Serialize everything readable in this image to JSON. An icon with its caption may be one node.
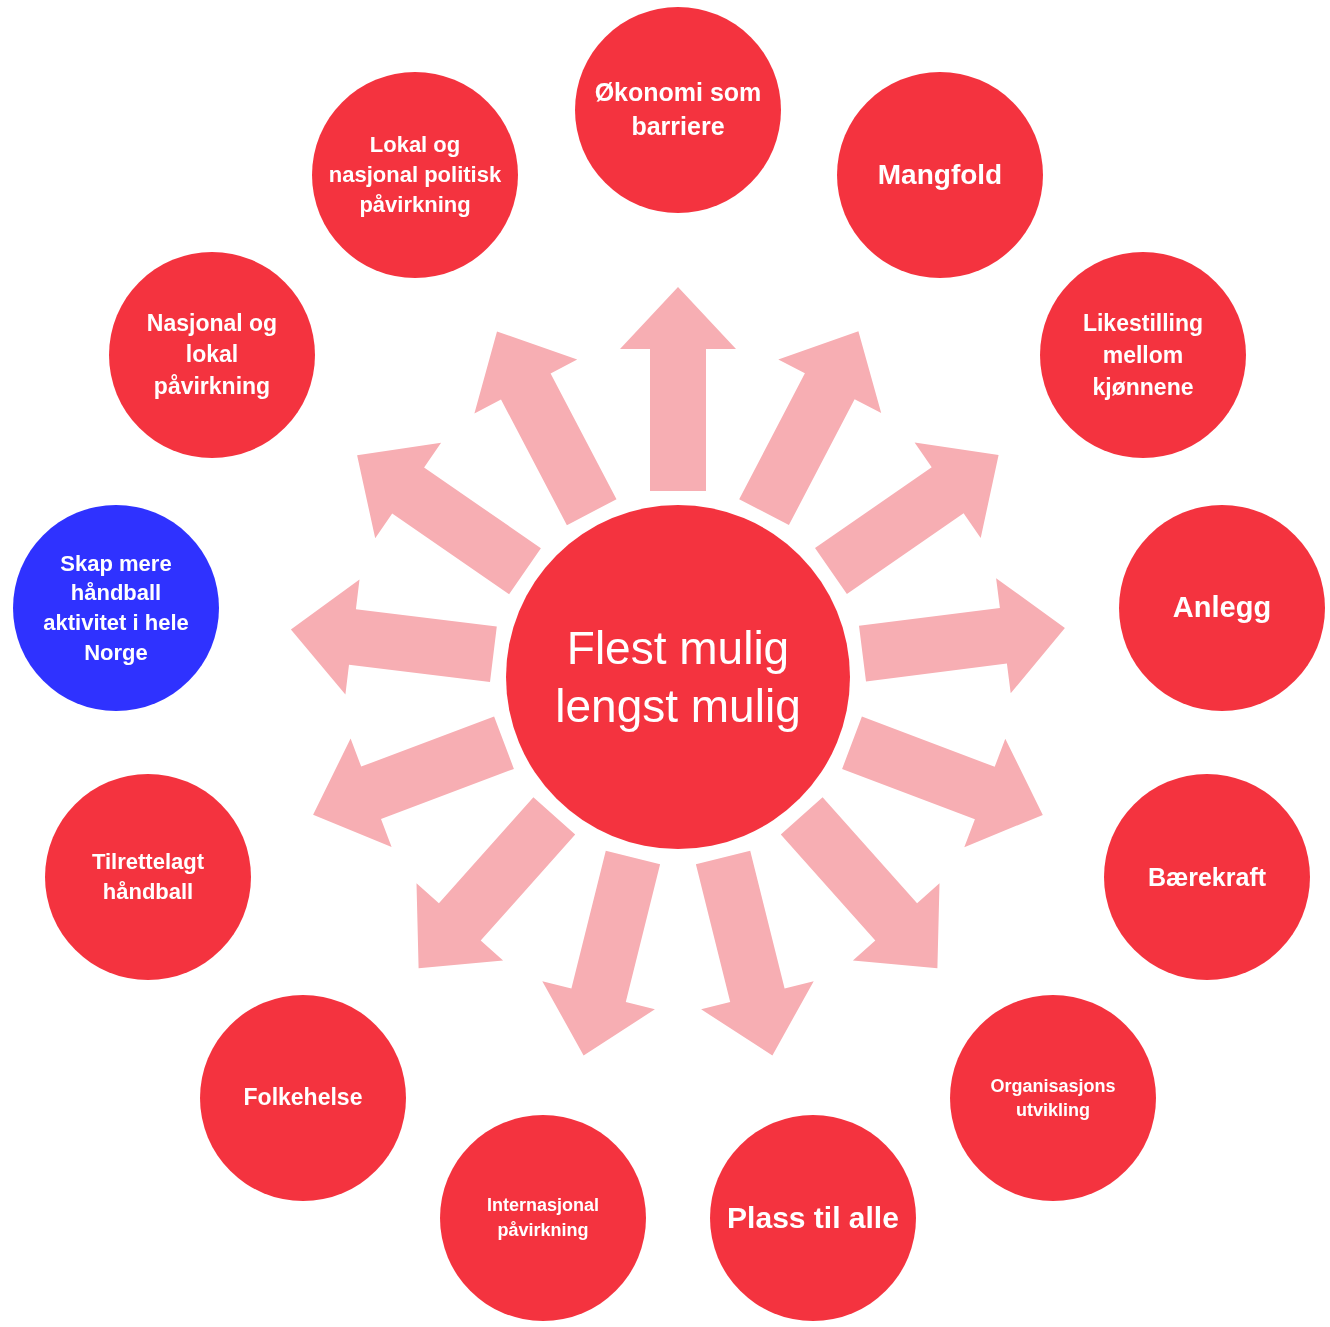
{
  "diagram": {
    "nodes": [
      {
        "text": [
          "Flest mulig lengst mulig"
        ]
      },
      {
        "text": [
          "Økonomi som barriere"
        ]
      },
      {
        "text": [
          "Mangfold"
        ]
      },
      {
        "text": [
          "Likestilling mellom kjønnene"
        ]
      },
      {
        "text": [
          "Anlegg"
        ]
      },
      {
        "text": [
          "Bærekraft"
        ]
      },
      {
        "text": [
          "Organisasjons utvikling"
        ]
      },
      {
        "text": [
          "Plass til alle"
        ]
      },
      {
        "text": [
          "Internasjonal påvirkning"
        ]
      },
      {
        "text": [
          "Folkehelse"
        ]
      },
      {
        "text": [
          "Tilrettelagt håndball"
        ]
      },
      {
        "text": [
          "Skap mere håndball aktivitet i hele Norge"
        ]
      },
      {
        "text": [
          "Nasjonal og lokal påvirkning"
        ]
      },
      {
        "text": [
          "Lokal og nasjonal politisk påvirkning"
        ]
      }
    ],
    "edges": [
      {
        "from": 0,
        "to": 1,
        "arrow": "to"
      },
      {
        "from": 0,
        "to": 2,
        "arrow": "to"
      },
      {
        "from": 0,
        "to": 3,
        "arrow": "to"
      },
      {
        "from": 0,
        "to": 4,
        "arrow": "to"
      },
      {
        "from": 0,
        "to": 5,
        "arrow": "to"
      },
      {
        "from": 0,
        "to": 6,
        "arrow": "to"
      },
      {
        "from": 0,
        "to": 7,
        "arrow": "to"
      },
      {
        "from": 0,
        "to": 8,
        "arrow": "to"
      },
      {
        "from": 0,
        "to": 9,
        "arrow": "to"
      },
      {
        "from": 0,
        "to": 10,
        "arrow": "to"
      },
      {
        "from": 0,
        "to": 11,
        "arrow": "to"
      },
      {
        "from": 0,
        "to": 12,
        "arrow": "to"
      },
      {
        "from": 0,
        "to": 13,
        "arrow": "to"
      }
    ]
  }
}
